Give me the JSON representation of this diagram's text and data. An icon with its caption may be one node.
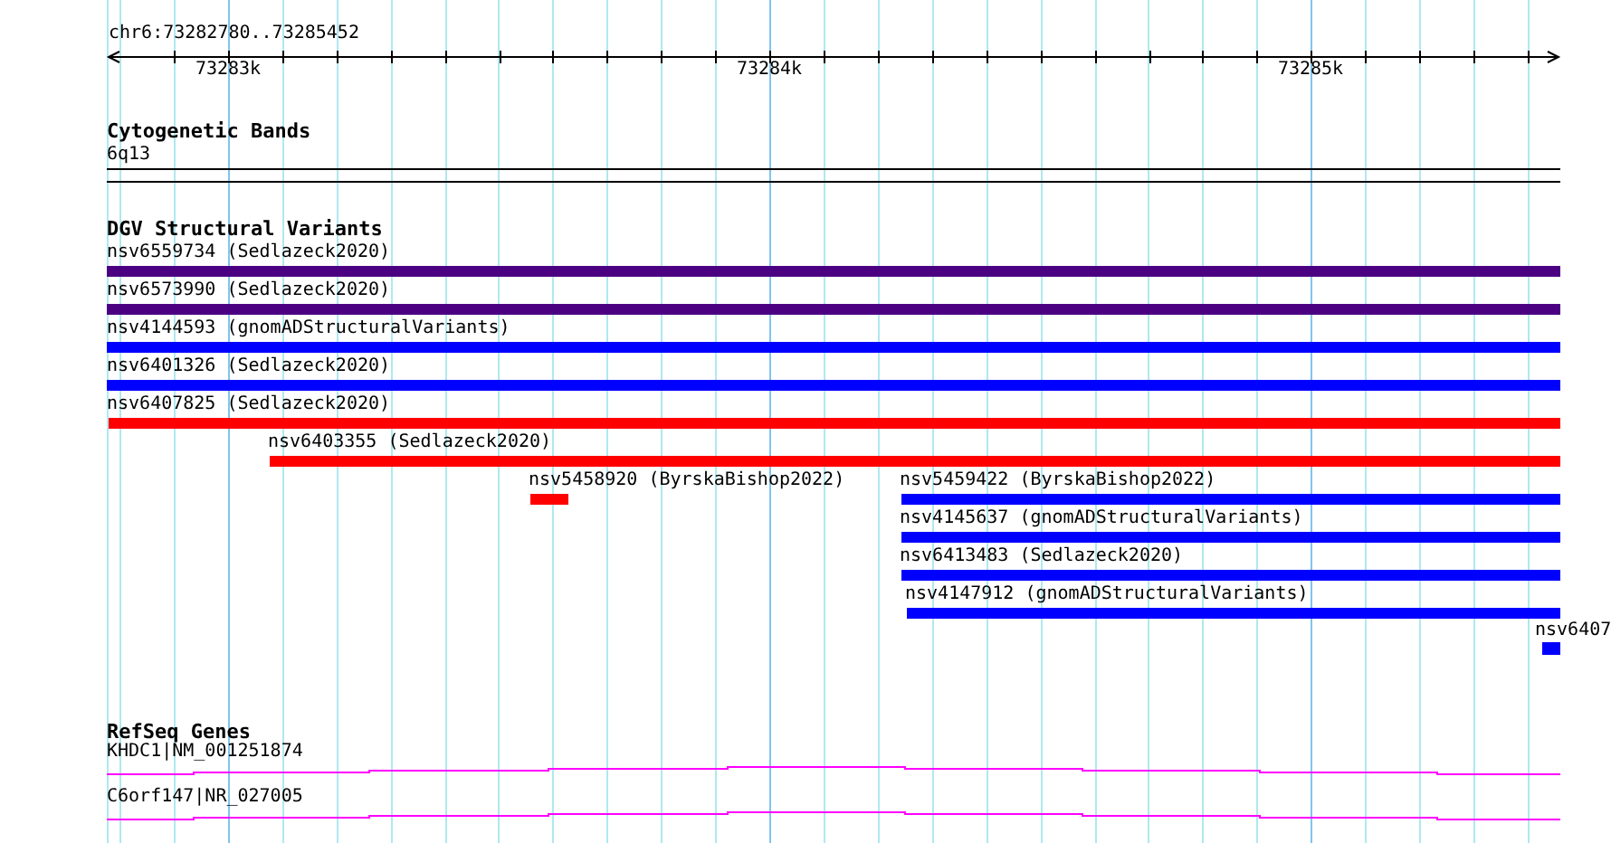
{
  "diagram": {
    "nodes": [
      {
        "text": [
          "6q13"
        ]
      },
      {
        "text": [
          "nsv6559734 (Sedlazeck2020)"
        ]
      },
      {
        "text": [
          "nsv6573990 (Sedlazeck2020)"
        ]
      },
      {
        "text": [
          "nsv4144593 (gnomADStructuralVariants)"
        ]
      },
      {
        "text": [
          "nsv6401326 (Sedlazeck2020)"
        ]
      },
      {
        "text": [
          "nsv6407825 (Sedlazeck2020)"
        ]
      },
      {
        "text": [
          "nsv6403355 (Sedlazeck2020)"
        ]
      },
      {
        "text": [
          "nsv5458920 (ByrskaBishop2022)"
        ]
      },
      {
        "text": [
          "nsv5459422 (ByrskaBishop2022)"
        ]
      },
      {
        "text": [
          "nsv4145637 (gnomADStructuralVariants)"
        ]
      },
      {
        "text": [
          "nsv6413483 (Sedlazeck2020)"
        ]
      },
      {
        "text": [
          "nsv4147912 (gnomADStructuralVariants)"
        ]
      },
      {
        "text": [
          "nsv6407"
        ]
      },
      {
        "text": [
          "KHDC1|NM_001251874"
        ]
      },
      {
        "text": [
          "C6orf147|NR_027005"
        ]
      }
    ],
    "labels": [
      "chr6:73282780..73285452",
      "73283k",
      "73284k",
      "73285k",
      "Cytogenetic Bands",
      "DGV Structural Variants",
      "RefSeq Genes"
    ]
  }
}
